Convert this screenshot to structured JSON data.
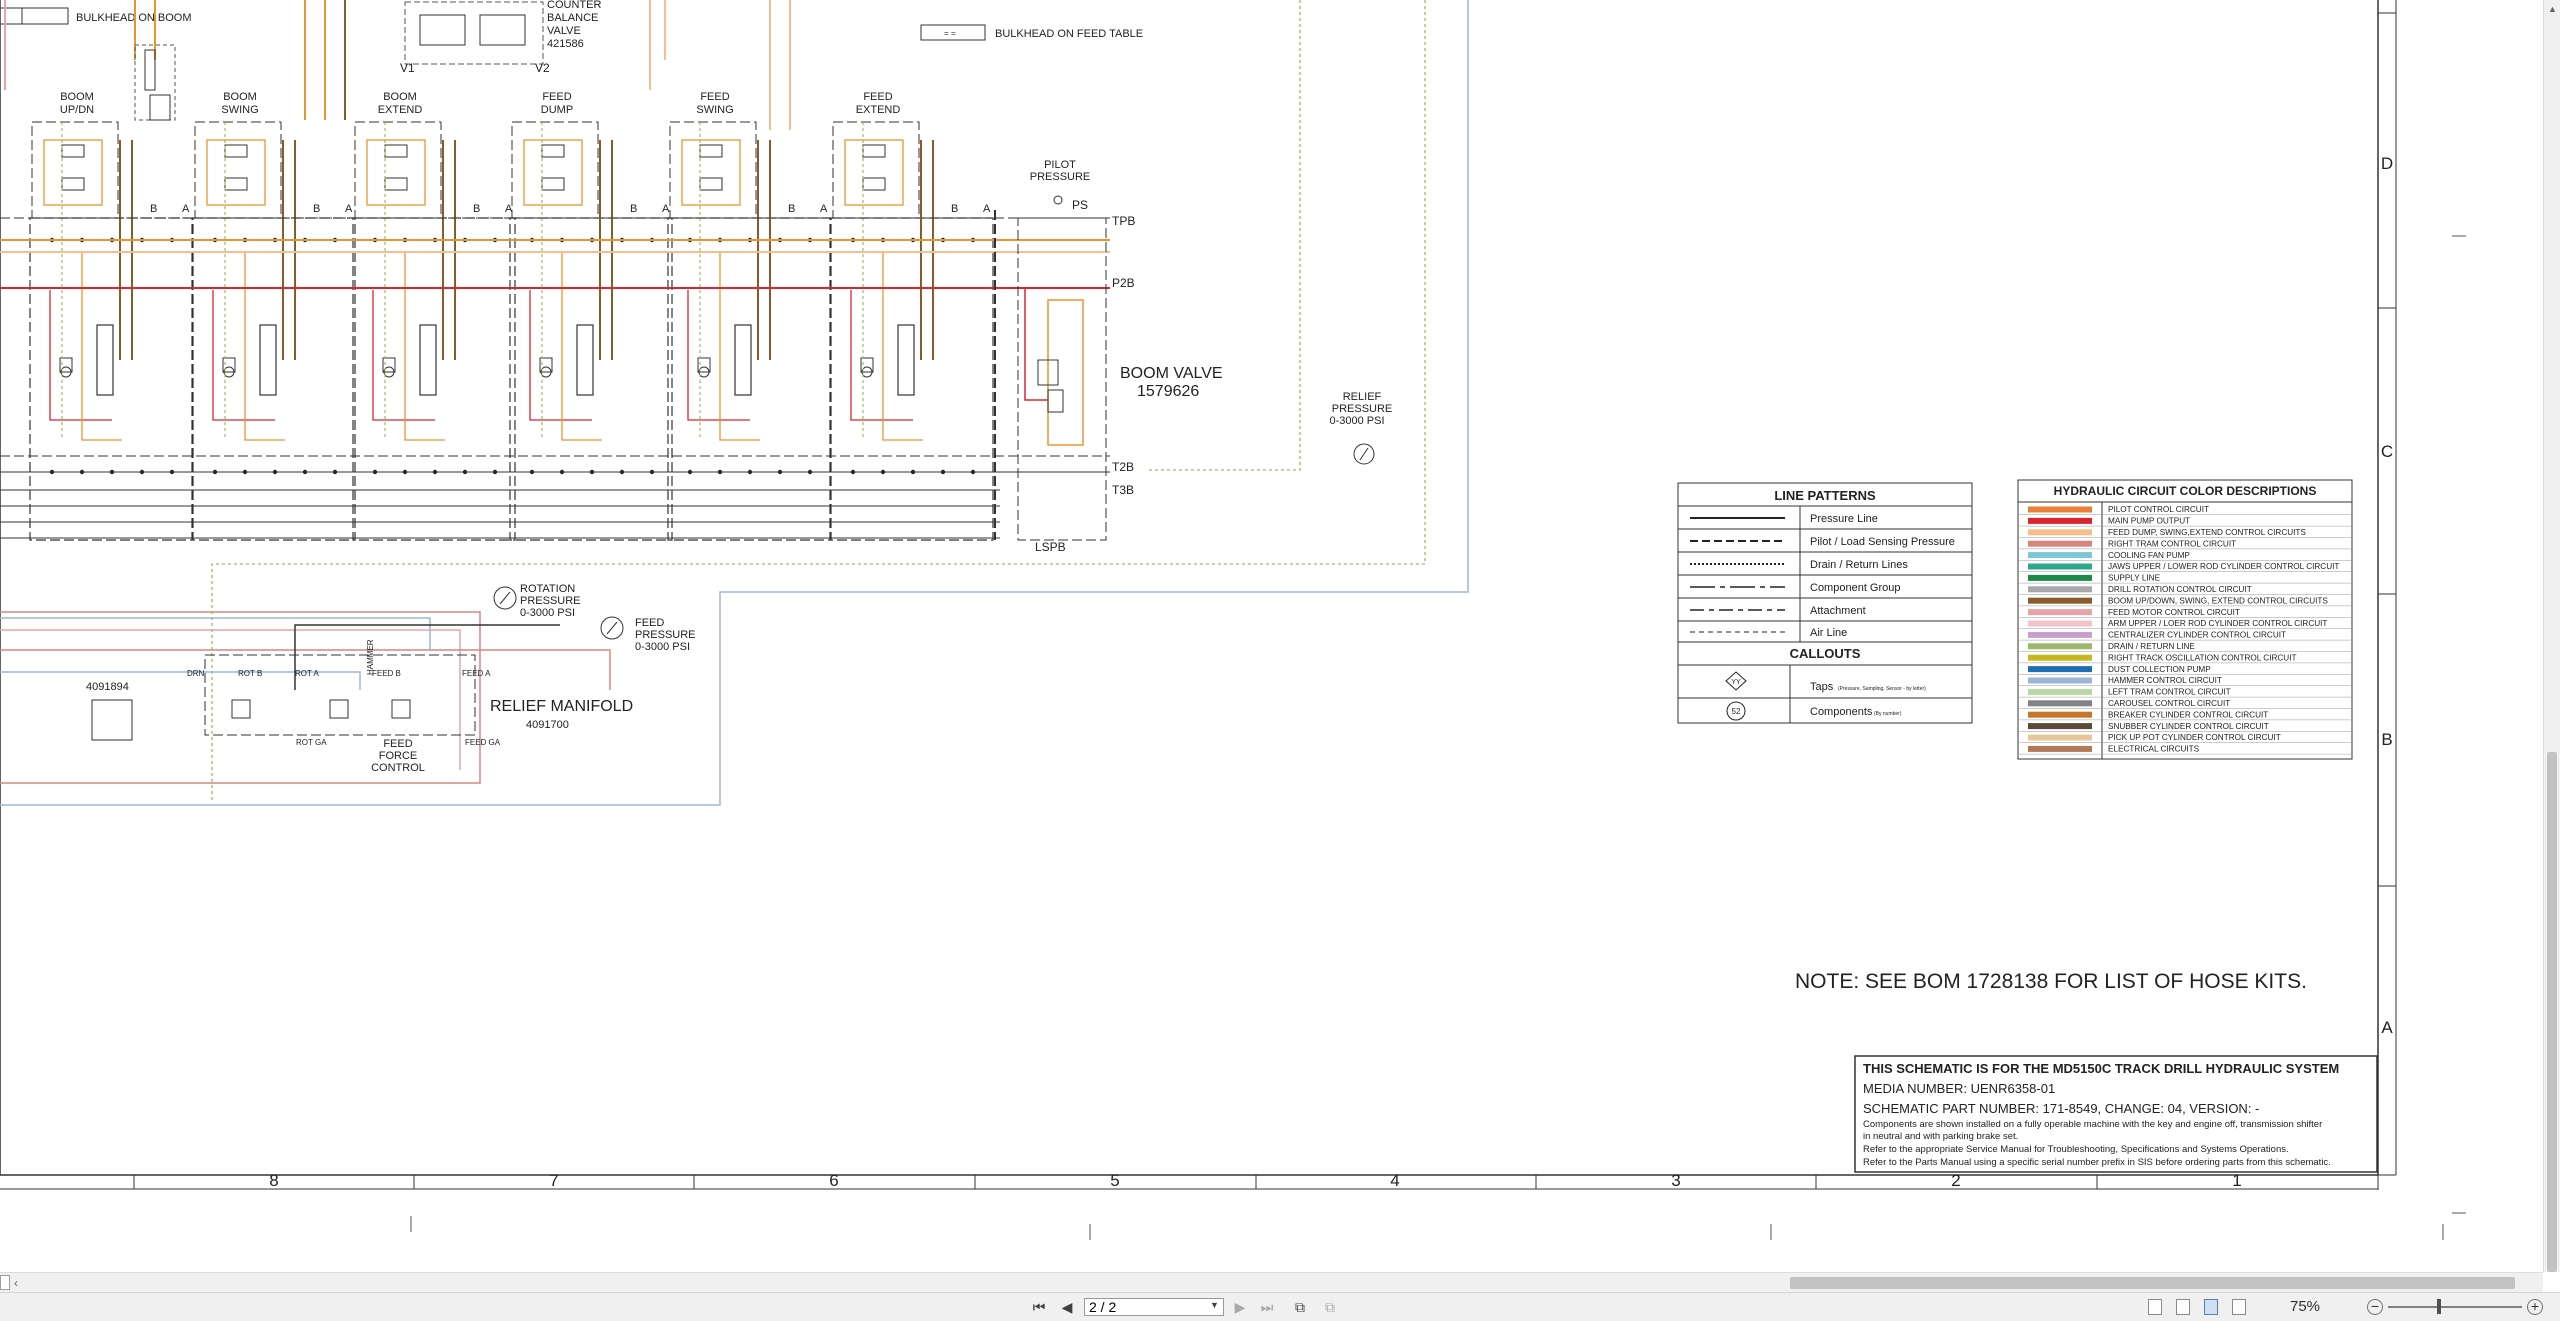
{
  "diagram": {
    "bulkhead_boom": "BULKHEAD ON BOOM",
    "bulkhead_feed": "BULKHEAD ON FEED TABLE",
    "counter_balance": [
      "COUNTER",
      "BALANCE",
      "VALVE",
      "421586"
    ],
    "v1": "V1",
    "v2": "V2",
    "sections": [
      {
        "l1": "BOOM",
        "l2": "UP/DN"
      },
      {
        "l1": "BOOM",
        "l2": "SWING"
      },
      {
        "l1": "BOOM",
        "l2": "EXTEND"
      },
      {
        "l1": "FEED",
        "l2": "DUMP"
      },
      {
        "l1": "FEED",
        "l2": "SWING"
      },
      {
        "l1": "FEED",
        "l2": "EXTEND"
      }
    ],
    "port_a": "A",
    "port_b": "B",
    "pilot_pressure": [
      "PILOT",
      "PRESSURE"
    ],
    "ps": "PS",
    "tpb": "TPB",
    "p2b": "P2B",
    "t2b": "T2B",
    "t3b": "T3B",
    "lspb": "LSPB",
    "boom_valve": "BOOM VALVE",
    "boom_valve_pn": "1579626",
    "relief_pressure": [
      "RELIEF",
      "PRESSURE",
      "0-3000 PSI"
    ],
    "rotation_pressure": [
      "ROTATION",
      "PRESSURE",
      "0-3000 PSI"
    ],
    "feed_pressure": [
      "FEED",
      "PRESSURE",
      "0-3000 PSI"
    ],
    "part_4091894": "4091894",
    "relief_manifold": "RELIEF MANIFOLD",
    "relief_manifold_pn": "4091700",
    "feed_force_control": [
      "FEED",
      "FORCE",
      "CONTROL"
    ],
    "manifold_ports": [
      "DRN",
      "ROT B",
      "ROT A",
      "HAMMER",
      "FEED B",
      "FEED A",
      "ROT GA",
      "FEED GA"
    ],
    "note": "NOTE: SEE BOM 1728138 FOR LIST OF HOSE KITS.",
    "zone_numbers": [
      "8",
      "7",
      "6",
      "5",
      "4",
      "3",
      "2",
      "1"
    ],
    "zone_letters": [
      "D",
      "C",
      "B",
      "A"
    ]
  },
  "line_patterns": {
    "title": "LINE PATTERNS",
    "items": [
      "Pressure Line",
      "Pilot / Load Sensing Pressure",
      "Drain / Return Lines",
      "Component Group",
      "Attachment",
      "Air Line"
    ],
    "callouts_title": "CALLOUTS",
    "taps": "Taps",
    "taps_note": "(Pressure, Sampling, Sensor - by letter)",
    "taps_symbol": "YY",
    "components": "Components",
    "components_note": "(By number)",
    "components_symbol": "52"
  },
  "color_legend": {
    "title": "HYDRAULIC CIRCUIT COLOR DESCRIPTIONS",
    "items": [
      {
        "label": "PILOT CONTROL CIRCUIT",
        "color": "#E8803A"
      },
      {
        "label": "MAIN PUMP OUTPUT",
        "color": "#D9262C"
      },
      {
        "label": "FEED DUMP, SWING,EXTEND CONTROL CIRCUITS",
        "color": "#F5BE8A"
      },
      {
        "label": "RIGHT TRAM CONTROL CIRCUIT",
        "color": "#D9857F"
      },
      {
        "label": "COOLING FAN PUMP",
        "color": "#7AC8D6"
      },
      {
        "label": "JAWS UPPER / LOWER ROD CYLINDER CONTROL CIRCUIT",
        "color": "#2FA88A"
      },
      {
        "label": "SUPPLY LINE",
        "color": "#1E8A4A"
      },
      {
        "label": "DRILL ROTATION CONTROL CIRCUIT",
        "color": "#A7A9AC"
      },
      {
        "label": "BOOM UP/DOWN, SWING, EXTEND CONTROL CIRCUITS",
        "color": "#8B5A2B"
      },
      {
        "label": "FEED MOTOR CONTROL CIRCUIT",
        "color": "#E8A3A8"
      },
      {
        "label": "ARM UPPER / LOER ROD CYLINDER CONTROL CIRCUIT",
        "color": "#F2C4CC"
      },
      {
        "label": "CENTRALIZER CYLINDER CONTROL CIRCUIT",
        "color": "#C6A0C8"
      },
      {
        "label": "DRAIN / RETURN LINE",
        "color": "#9FB76A"
      },
      {
        "label": "RIGHT TRACK OSCILLATION CONTROL CIRCUIT",
        "color": "#C4B81E"
      },
      {
        "label": "DUST COLLECTION PUMP",
        "color": "#1E6FB4"
      },
      {
        "label": "HAMMER CONTROL CIRCUIT",
        "color": "#9DB6D8"
      },
      {
        "label": "LEFT TRAM CONTROL CIRCUIT",
        "color": "#BCD6A8"
      },
      {
        "label": "CAROUSEL CONTROL CIRCUIT",
        "color": "#808285"
      },
      {
        "label": "BREAKER CYLINDER CONTROL CIRCUIT",
        "color": "#C8762A"
      },
      {
        "label": "SNUBBER CYLINDER CONTROL CIRCUIT",
        "color": "#5A4A3A"
      },
      {
        "label": "PICK UP POT CYLINDER CONTROL CIRCUIT",
        "color": "#E8C89A"
      },
      {
        "label": "ELECTRICAL CIRCUITS",
        "color": "#B07A5A"
      }
    ]
  },
  "title_block": {
    "line1": "THIS SCHEMATIC IS FOR THE MD5150C TRACK DRILL HYDRAULIC SYSTEM",
    "line2": "MEDIA NUMBER: UENR6358-01",
    "line3": "SCHEMATIC PART NUMBER: 171-8549, CHANGE: 04, VERSION: -",
    "line4": "Components are shown installed on a fully operable machine with the key and engine off, transmission shifter",
    "line5": "in neutral and with parking brake set.",
    "line6": "Refer to the appropriate Service Manual for Troubleshooting, Specifications and Systems Operations.",
    "line7": "Refer to the Parts Manual using a specific serial number prefix in SIS before ordering parts from this schematic."
  },
  "statusbar": {
    "page_value": "2 / 2",
    "zoom": "75%"
  },
  "colors": {
    "orange": "#E8962E",
    "brown": "#8B5A2B",
    "red": "#D9262C",
    "pink": "#E8A3A8",
    "blue": "#9DB6D8",
    "drain": "#9FB76A"
  }
}
